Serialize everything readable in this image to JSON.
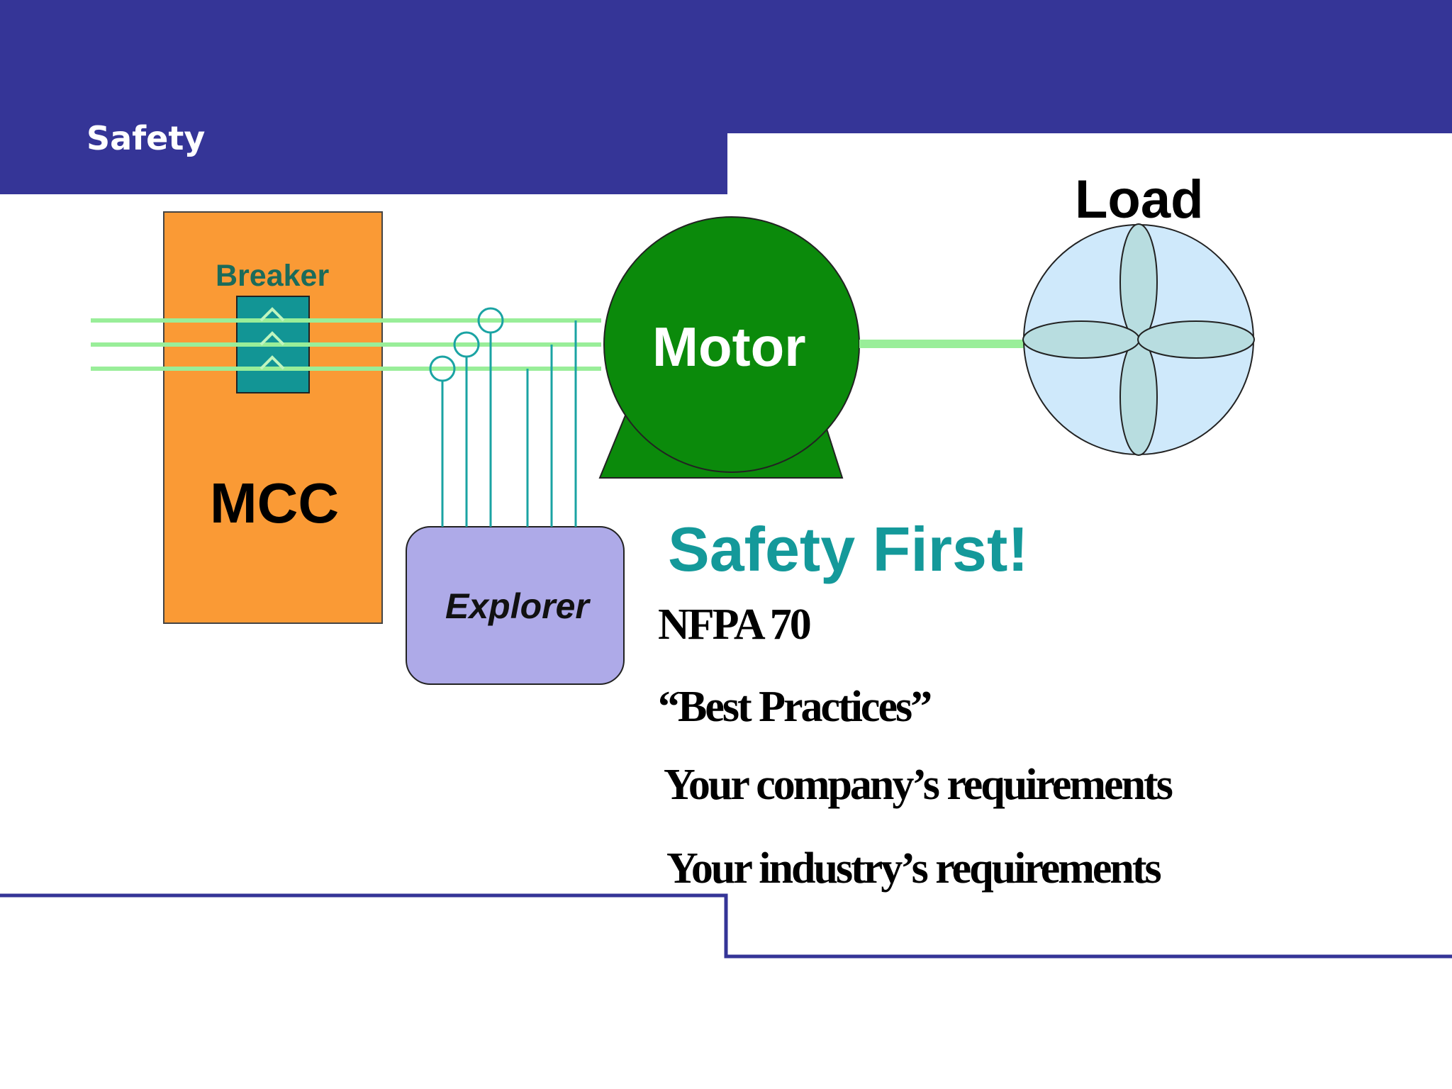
{
  "header": {
    "title": "Safety"
  },
  "diagram": {
    "breaker_label": "Breaker",
    "mcc_label": "MCC",
    "explorer_label": "Explorer",
    "motor_label": "Motor",
    "load_label": "Load"
  },
  "content": {
    "heading": "Safety First!",
    "bullets": [
      "NFPA 70",
      "“Best Practices”",
      "Your company’s requirements",
      "Your industry’s requirements"
    ]
  },
  "colors": {
    "header_band": "#353597",
    "mcc_fill": "#fa9a35",
    "breaker_fill": "#129595",
    "bus_line": "#99ee99",
    "probe_line": "#1aa3a3",
    "explorer_fill": "#aeaae8",
    "motor_fill": "#0b8a0b",
    "shaft": "#99ee99",
    "fan_fill": "#cfe9fb",
    "blade_fill": "#b8dde0",
    "heading_color": "#14999a"
  }
}
